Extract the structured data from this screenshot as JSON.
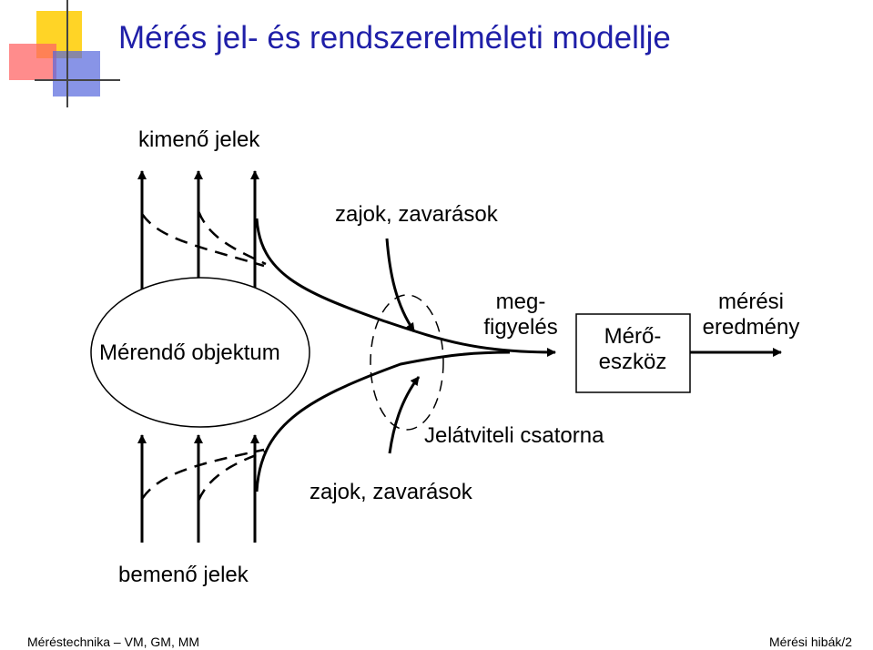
{
  "slide": {
    "title": "Mérés jel- és rendszerelméleti modellje",
    "accent_colors": {
      "title": "#1f1fa8",
      "logo_yellow": "#ffcc00",
      "logo_red": "#ff5555",
      "logo_blue": "#5566dd"
    }
  },
  "diagram": {
    "outputs_label": "kimenő jelek",
    "inputs_label": "bemenő jelek",
    "noise_top_label": "zajok, zavarások",
    "noise_bottom_label": "zajok, zavarások",
    "object_label": "Mérendő objektum",
    "observation_label": [
      "meg-",
      "figyelés"
    ],
    "instrument_label": [
      "Mérő-",
      "eszköz"
    ],
    "result_label": [
      "mérési",
      "eredmény"
    ],
    "channel_label": "Jelátviteli csatorna"
  },
  "footer": {
    "left": "Méréstechnika – VM, GM, MM",
    "right": "Mérési hibák/2"
  }
}
